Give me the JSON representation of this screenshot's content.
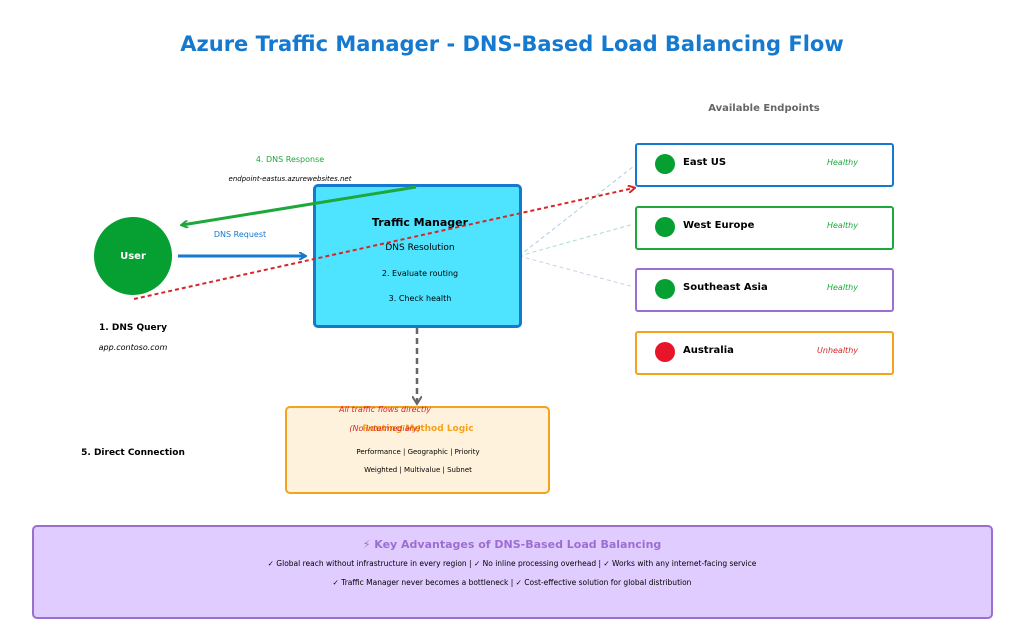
{
  "title": "Azure Traffic Manager - DNS-Based Load Balancing Flow",
  "colors": {
    "title": "#1479cf",
    "user": "#06a032",
    "dns_request": "#1479cf",
    "dns_response": "#1ea83c",
    "direct_connection": "#d62728",
    "healthy_dot": "#06a032",
    "unhealthy_dot": "#e8142a"
  },
  "user": {
    "label": "User",
    "query_step": "1. DNS Query",
    "query_domain": "app.contoso.com"
  },
  "arrows": {
    "dns_request": "DNS Request",
    "dns_response": "4. DNS Response",
    "dns_response_target": "endpoint-eastus.azurewebsites.net"
  },
  "traffic_manager": {
    "title": "Traffic Manager",
    "steps": [
      "DNS Resolution",
      "2. Evaluate routing",
      "3. Check health"
    ]
  },
  "endpoints_heading": "Available Endpoints",
  "endpoints": [
    {
      "name": "East US",
      "status": "Healthy",
      "border": "#1479cf"
    },
    {
      "name": "West Europe",
      "status": "Healthy",
      "border": "#1ea83c"
    },
    {
      "name": "Southeast Asia",
      "status": "Healthy",
      "border": "#9a6fd1"
    },
    {
      "name": "Australia",
      "status": "Unhealthy",
      "border": "#f5a21f"
    }
  ],
  "routing": {
    "title": "Routing Method Logic",
    "line1": "Performance | Geographic | Priority",
    "line2": "Weighted | Multivalue | Subnet"
  },
  "direct": {
    "label": "5. Direct Connection",
    "note1": "All traffic flows directly",
    "note2": "(No intermediary)"
  },
  "advantages": {
    "title": "⚡ Key Advantages of DNS-Based Load Balancing",
    "line1": "✓ Global reach without infrastructure in every region  |  ✓ No inline processing overhead  |  ✓ Works with any internet-facing service",
    "line2": "✓ Traffic Manager never becomes a bottleneck  |  ✓ Cost-effective solution for global distribution"
  }
}
